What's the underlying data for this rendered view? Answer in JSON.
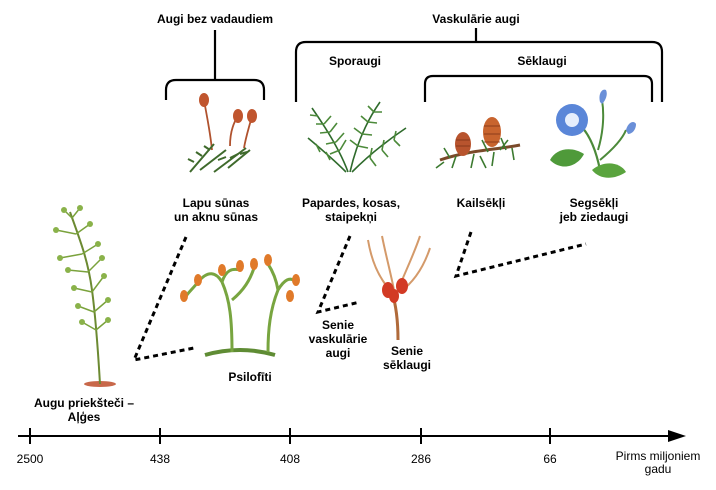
{
  "groups": {
    "nonvascular": "Augi bez vadaudiem",
    "vascular": "Vaskulārie augi",
    "spore": "Sporaugi",
    "seed": "Sēklaugi"
  },
  "plants": {
    "mosses": [
      "Lapu sūnas",
      "un aknu sūnas"
    ],
    "ferns": [
      "Papardes, kosas,",
      "staipekņi"
    ],
    "conifers": "Kailsēkļi",
    "flowering": [
      "Segsēkļi",
      "jeb ziedaugi"
    ],
    "ancestors": [
      "Augu priekšteči –",
      "Aļģes"
    ],
    "psilophytes": "Psilofīti",
    "early_vascular": [
      "Senie",
      "vaskulārie",
      "augi"
    ],
    "early_seed": [
      "Senie",
      "sēklaugi"
    ]
  },
  "timeline": {
    "ticks": [
      "2500",
      "438",
      "408",
      "286",
      "66"
    ],
    "axis_title": [
      "Pirms miljoniem",
      "gadu"
    ]
  }
}
